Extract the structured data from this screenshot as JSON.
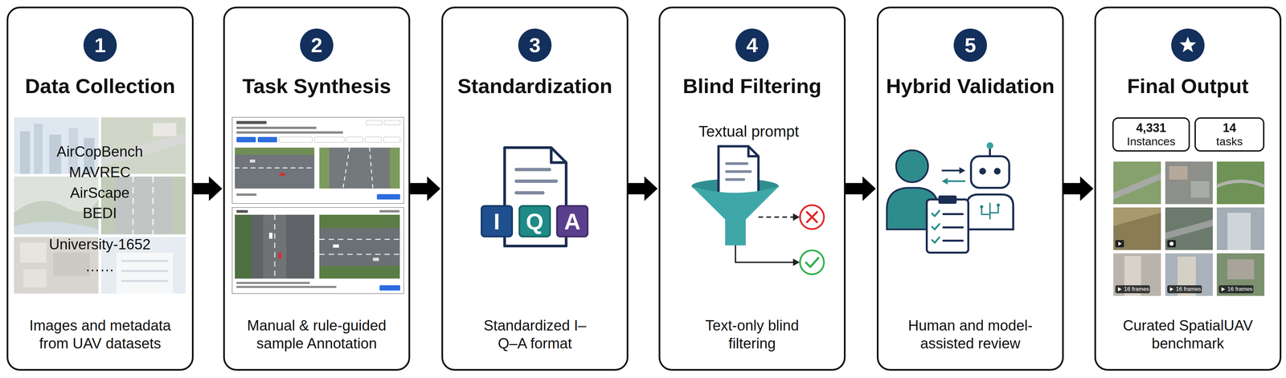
{
  "diagram": {
    "nodes": [
      {
        "text": [
          "Data Collection",
          "Images and metadata from UAV datasets"
        ]
      },
      {
        "text": [
          "1"
        ],
        "in": 0
      },
      {
        "text": [
          "Task Synthesis",
          "Manual & rule-guided sample Annotation"
        ]
      },
      {
        "text": [
          "2"
        ],
        "in": 2
      },
      {
        "text": [
          "Standardization",
          "Standardized I–Q–A format"
        ]
      },
      {
        "text": [
          "3"
        ],
        "in": 4
      },
      {
        "text": [
          "I"
        ],
        "in": 4
      },
      {
        "text": [
          "Q"
        ],
        "in": 4
      },
      {
        "text": [
          "A"
        ],
        "in": 4
      },
      {
        "text": [
          "Blind Filtering",
          "Text-only blind filtering"
        ]
      },
      {
        "text": [
          "4"
        ],
        "in": 9
      },
      {
        "text": [
          "Hybrid Validation",
          "Human and model-assisted review"
        ]
      },
      {
        "text": [
          "5"
        ],
        "in": 11
      },
      {
        "text": [
          "Final Output",
          "Curated SpatialUAV benchmark"
        ]
      },
      {
        "text": [
          "4,331",
          "Instances"
        ],
        "in": 13
      },
      {
        "text": [
          "14",
          "tasks"
        ],
        "in": 13
      }
    ],
    "edges": [
      {
        "from": 0,
        "to": 2,
        "arrow": "to"
      },
      {
        "from": 2,
        "to": 4,
        "arrow": "to"
      },
      {
        "from": 4,
        "to": 9,
        "arrow": "to"
      },
      {
        "from": 9,
        "to": 11,
        "arrow": "to"
      },
      {
        "from": 11,
        "to": 13,
        "arrow": "to"
      }
    ],
    "labels": [
      "AirCopBench",
      "MAVREC",
      "AirScape",
      "BEDI",
      "University-1652",
      "……",
      "Textual prompt",
      "16 frames",
      "16 frames",
      "16 frames"
    ]
  }
}
